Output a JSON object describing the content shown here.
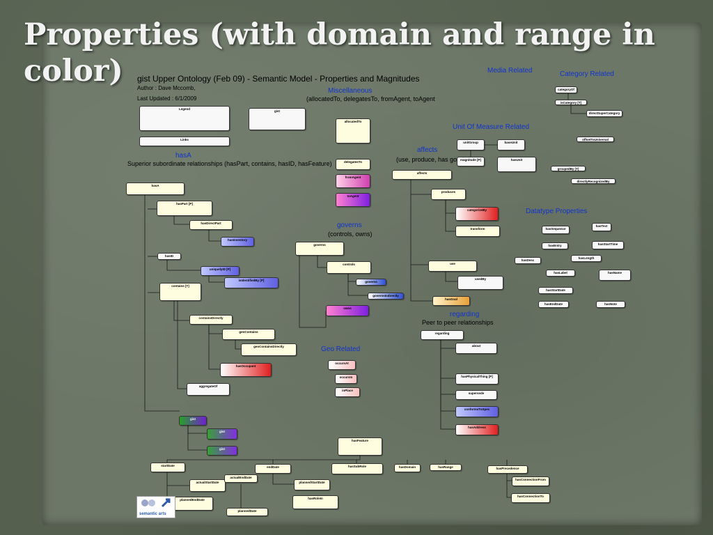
{
  "title": "Properties (with domain and range in color)",
  "header": {
    "diagram_title": "gist Upper Ontology (Feb 09) - Semantic Model  - Properties and Magnitudes",
    "author": "Author : Dave Mccomb,",
    "updated": "Last Updated : 6/1/2009"
  },
  "groups": {
    "media": "Media Related",
    "category": "Category Related",
    "misc": "Miscellaneous",
    "misc_sub": "(allocatedTo, delegatesTo, fromAgent, toAgent",
    "uom": "Unit Of Measure Related",
    "affects": "affects",
    "affects_sub": "(use, produce, has goal)",
    "hasa": "hasA",
    "hasa_sub": "Superior subordinate relationships (hasPart, contains, hasID, hasFeature)",
    "datatype": "Datatype Properties",
    "governs": "governs",
    "governs_sub": "(controls, owns)",
    "regarding": "regarding",
    "regarding_sub": "Peer to peer relationships",
    "geo": "Geo Related"
  },
  "nodes": [
    {
      "id": "legend",
      "title": "Legend",
      "lines": [
        "",
        "",
        ""
      ],
      "color": "white"
    },
    {
      "id": "gist",
      "title": "gist",
      "lines": [
        "",
        ""
      ],
      "color": "white"
    },
    {
      "id": "links",
      "title": "Links",
      "lines": [
        ""
      ],
      "color": "white"
    },
    {
      "id": "allocated-to",
      "title": "allocatedTo",
      "lines": [
        "",
        "",
        ""
      ],
      "color": "yellow"
    },
    {
      "id": "delegates-to",
      "title": "delegatesTo",
      "lines": [
        "",
        ""
      ],
      "color": "yellow"
    },
    {
      "id": "from-agent",
      "title": "fromAgent",
      "lines": [
        "",
        ""
      ],
      "color": "pink"
    },
    {
      "id": "to-agent",
      "title": "toAgent",
      "lines": [
        "",
        ""
      ],
      "color": "magenta"
    },
    {
      "id": "hasA",
      "title": "hasA",
      "lines": [
        "",
        "",
        ""
      ],
      "color": "yellow"
    },
    {
      "id": "has-part",
      "title": "hasPart [P]",
      "lines": [
        "",
        "",
        ""
      ],
      "color": "yellow"
    },
    {
      "id": "has-direct-part",
      "title": "hasDirectPart",
      "lines": [
        "",
        ""
      ],
      "color": "yellow"
    },
    {
      "id": "has-inventory",
      "title": "hasInventory",
      "lines": [
        "",
        ""
      ],
      "color": "bluepurple"
    },
    {
      "id": "has-id",
      "title": "hasID",
      "lines": [
        "",
        ""
      ],
      "color": "white"
    },
    {
      "id": "uniquely-id",
      "title": "uniquelyID [P]",
      "lines": [
        "",
        ""
      ],
      "color": "bluepurple"
    },
    {
      "id": "is-identified-by",
      "title": "isIdentifiedBy [P]",
      "lines": [
        "",
        ""
      ],
      "color": "bluepurple"
    },
    {
      "id": "contains",
      "title": "contains [T]",
      "lines": [
        "",
        "",
        "",
        ""
      ],
      "color": "yellow"
    },
    {
      "id": "contains-directly",
      "title": "containsDirectly",
      "lines": [
        "",
        ""
      ],
      "color": "yellow"
    },
    {
      "id": "geo-contains",
      "title": "geoContains",
      "lines": [
        "",
        ""
      ],
      "color": "yellow"
    },
    {
      "id": "geo-contains-directly",
      "title": "geoContainsDirectly",
      "lines": [
        "",
        ""
      ],
      "color": "yellow"
    },
    {
      "id": "has-occupant",
      "title": "hasOccupant",
      "lines": [
        "",
        ""
      ],
      "color": "red"
    },
    {
      "id": "aggregate",
      "title": "aggregateOf",
      "lines": [
        "",
        ""
      ],
      "color": "white"
    },
    {
      "id": "gist-0",
      "title": "gist",
      "lines": [
        ""
      ],
      "color": "green"
    },
    {
      "id": "gist-1",
      "title": "gist",
      "lines": [
        ""
      ],
      "color": "greenpurple"
    },
    {
      "id": "gist-2",
      "title": "gist",
      "lines": [
        ""
      ],
      "color": "greenpurple"
    },
    {
      "id": "governs",
      "title": "governs",
      "lines": [
        "",
        "",
        ""
      ],
      "color": "yellow"
    },
    {
      "id": "controls",
      "title": "controls",
      "lines": [
        "",
        "",
        ""
      ],
      "color": "yellow"
    },
    {
      "id": "governs-b",
      "title": "governs",
      "lines": [
        ""
      ],
      "color": "blue"
    },
    {
      "id": "gov-c",
      "title": "governsIndirectly",
      "lines": [
        ""
      ],
      "color": "blue"
    },
    {
      "id": "owns",
      "title": "owns",
      "lines": [
        ""
      ],
      "color": "magenta"
    },
    {
      "id": "affects",
      "title": "affects",
      "lines": [
        "",
        "",
        ""
      ],
      "color": "yellow"
    },
    {
      "id": "produces",
      "title": "produces",
      "lines": [
        "",
        ""
      ],
      "color": "yellow"
    },
    {
      "id": "categorize",
      "title": "categorizeBy",
      "lines": [
        "",
        ""
      ],
      "color": "red"
    },
    {
      "id": "transform",
      "title": "transform",
      "lines": [
        "",
        ""
      ],
      "color": "yellow"
    },
    {
      "id": "use",
      "title": "use",
      "lines": [
        "",
        ""
      ],
      "color": "yellow"
    },
    {
      "id": "use-by",
      "title": "usedBy",
      "lines": [
        "",
        "",
        ""
      ],
      "color": "white"
    },
    {
      "id": "has-goal",
      "title": "hasGoal",
      "lines": [
        ""
      ],
      "color": "orange"
    },
    {
      "id": "uom-1",
      "title": "unitGroup",
      "lines": [
        "",
        ""
      ],
      "color": "white"
    },
    {
      "id": "uom-2",
      "title": "baseUnit",
      "lines": [
        "",
        ""
      ],
      "color": "white"
    },
    {
      "id": "uom-3",
      "title": "magnitude [P]",
      "lines": [
        "",
        ""
      ],
      "color": "white"
    },
    {
      "id": "uom-4",
      "title": "hasUnit",
      "lines": [
        "",
        ""
      ],
      "color": "white"
    },
    {
      "id": "cat-1",
      "title": "categoryOf",
      "lines": [
        ""
      ],
      "color": "white"
    },
    {
      "id": "cat-2",
      "title": "isCategory [T]",
      "lines": [
        ""
      ],
      "color": "white"
    },
    {
      "id": "cat-3",
      "title": "directSuperCategory",
      "lines": [
        ""
      ],
      "color": "white"
    },
    {
      "id": "cat-4",
      "title": "offsetToUniversal",
      "lines": [
        ""
      ],
      "color": "white"
    },
    {
      "id": "cat-5",
      "title": "groupedBy [T]",
      "lines": [
        ""
      ],
      "color": "white"
    },
    {
      "id": "cat-6",
      "title": "directlyRecognizedBy",
      "lines": [
        ""
      ],
      "color": "white"
    },
    {
      "id": "dt-1",
      "title": "hasSequence",
      "lines": [
        ""
      ],
      "color": "white"
    },
    {
      "id": "dt-2",
      "title": "hasText",
      "lines": [
        ""
      ],
      "color": "white"
    },
    {
      "id": "dt-3",
      "title": "hasEntry",
      "lines": [
        ""
      ],
      "color": "white"
    },
    {
      "id": "dt-4",
      "title": "hasStartTime",
      "lines": [
        ""
      ],
      "color": "white"
    },
    {
      "id": "dt-5",
      "title": "hasDesc",
      "lines": [
        ""
      ],
      "color": "white"
    },
    {
      "id": "dt-6",
      "title": "hasLength",
      "lines": [
        ""
      ],
      "color": "white"
    },
    {
      "id": "dt-7",
      "title": "hasLabel",
      "lines": [
        ""
      ],
      "color": "white"
    },
    {
      "id": "dt-8",
      "title": "hasName",
      "lines": [
        ""
      ],
      "color": "white"
    },
    {
      "id": "dt-9",
      "title": "hasStartDate",
      "lines": [
        ""
      ],
      "color": "white"
    },
    {
      "id": "dt-10",
      "title": "hasEndDate",
      "lines": [
        ""
      ],
      "color": "white"
    },
    {
      "id": "dt-11",
      "title": "hasNote",
      "lines": [
        ""
      ],
      "color": "white"
    },
    {
      "id": "regarding",
      "title": "regarding",
      "lines": [
        "",
        ""
      ],
      "color": "white"
    },
    {
      "id": "about",
      "title": "about",
      "lines": [
        "",
        ""
      ],
      "color": "white"
    },
    {
      "id": "has-physical",
      "title": "hasPhysicalThing [P]",
      "lines": [
        "",
        ""
      ],
      "color": "white"
    },
    {
      "id": "supersede",
      "title": "supersede",
      "lines": [
        "",
        ""
      ],
      "color": "white"
    },
    {
      "id": "conforms-to",
      "title": "conformsToSpec",
      "lines": [
        "",
        ""
      ],
      "color": "bluepurple"
    },
    {
      "id": "has-address",
      "title": "hasAddress",
      "lines": [
        "",
        ""
      ],
      "color": "red"
    },
    {
      "id": "occurs-at",
      "title": "occursAt",
      "lines": [
        "",
        ""
      ],
      "color": "peach"
    },
    {
      "id": "occurs-in",
      "title": "occursIn",
      "lines": [
        "",
        ""
      ],
      "color": "peach"
    },
    {
      "id": "in-place",
      "title": "inPlace",
      "lines": [
        "",
        ""
      ],
      "color": "peach"
    },
    {
      "id": "has-feature",
      "title": "hasFeature",
      "lines": [
        "",
        "",
        ""
      ],
      "color": "yellow"
    },
    {
      "id": "start-date",
      "title": "startDate",
      "lines": [
        "",
        ""
      ],
      "color": "yellow"
    },
    {
      "id": "end-date",
      "title": "endDate",
      "lines": [
        "",
        ""
      ],
      "color": "yellow"
    },
    {
      "id": "has-sub",
      "title": "hasSubRole",
      "lines": [
        "",
        ""
      ],
      "color": "yellow"
    },
    {
      "id": "actual-start",
      "title": "actualStartDate",
      "lines": [
        "",
        ""
      ],
      "color": "yellow"
    },
    {
      "id": "actual-end",
      "title": "actualEndDate",
      "lines": [
        "",
        ""
      ],
      "color": "yellow"
    },
    {
      "id": "planned-start",
      "title": "plannedStartDate",
      "lines": [
        "",
        ""
      ],
      "color": "yellow"
    },
    {
      "id": "planned-end",
      "title": "plannedEndDate",
      "lines": [
        "",
        ""
      ],
      "color": "yellow"
    },
    {
      "id": "goal-date",
      "title": "plannedDate",
      "lines": [
        "",
        ""
      ],
      "color": "yellow"
    },
    {
      "id": "cond-1",
      "title": "hasRoleIn",
      "lines": [
        "",
        ""
      ],
      "color": "yellow"
    },
    {
      "id": "cond-2",
      "title": "hasDomain",
      "lines": [
        "",
        ""
      ],
      "color": "yellow"
    },
    {
      "id": "cond-3",
      "title": "hasRange",
      "lines": [
        "",
        ""
      ],
      "color": "yellow"
    },
    {
      "id": "cond-4",
      "title": "hasPrecedence",
      "lines": [
        "",
        ""
      ],
      "color": "yellow"
    },
    {
      "id": "cond-5",
      "title": "hasConnectionFrom",
      "lines": [
        "",
        ""
      ],
      "color": "yellow"
    },
    {
      "id": "cond-6",
      "title": "hasConnectionTo",
      "lines": [
        "",
        ""
      ],
      "color": "yellow"
    }
  ],
  "edges_style": {
    "color": "#1a1a1a"
  },
  "logo": "semantic arts"
}
